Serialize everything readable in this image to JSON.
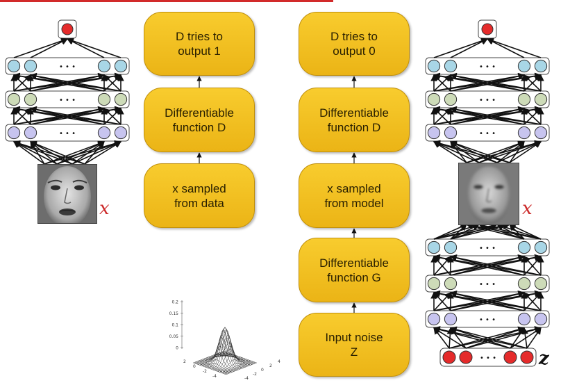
{
  "left_column": {
    "box_top": "D tries to\noutput 1",
    "box_mid": "Differentiable\nfunction D",
    "box_bottom": "x sampled\nfrom data"
  },
  "right_column": {
    "box_top": "D tries to\noutput 0",
    "box_mid": "Differentiable\nfunction D",
    "box_sample": "x sampled\nfrom model",
    "box_gen": "Differentiable\nfunction G",
    "box_noise": "Input noise\nZ"
  },
  "left_network": {
    "layer_ellipsis": "• • •",
    "input_label": "x"
  },
  "right_network": {
    "layer_ellipsis": "• • •",
    "sample_label": "x",
    "noise_label": "z"
  },
  "gaussian_plot": {
    "z_ticks": [
      "0.2",
      "0.15",
      "0.1",
      "0.05",
      "0"
    ],
    "x_ticks": [
      "-4",
      "-2",
      "0",
      "2",
      "4"
    ],
    "y_ticks": [
      "2",
      "0",
      "-2",
      "-4"
    ]
  },
  "colors": {
    "box_fill": "#f2c021",
    "box_border": "#bf8e0a",
    "output_neuron": "#e52b2b",
    "hidden_top": "#a8d6e6",
    "hidden_mid": "#cddbb8",
    "hidden_bottom": "#c7c4ef",
    "label_red": "#cc2b2b"
  }
}
